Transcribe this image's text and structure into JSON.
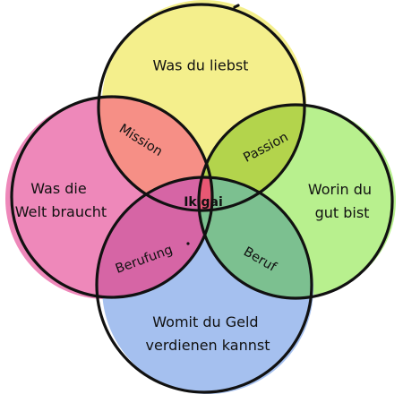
{
  "diagram": {
    "type": "venn",
    "center": "Ikigai",
    "circles": {
      "top": {
        "label": "Was du liebst",
        "color": "#f4ef8c"
      },
      "left": {
        "lines": [
          "Was die",
          "Welt braucht"
        ],
        "color": "#ee88ba"
      },
      "right": {
        "lines": [
          "Worin du",
          "gut bist"
        ],
        "color": "#b8f08e"
      },
      "bottom": {
        "lines": [
          "Womit du Geld",
          "verdienen kannst"
        ],
        "color": "#a5c0ef"
      }
    },
    "overlaps": {
      "top_left": {
        "label": "Mission",
        "color": "#f68f86"
      },
      "top_right": {
        "label": "Passion",
        "color": "#b3d44c"
      },
      "left_bottom": {
        "label": "Berufung",
        "color": "#d665a5"
      },
      "right_bottom": {
        "label": "Beruf",
        "color": "#7cc090"
      },
      "center_color": "#e85874"
    },
    "outline_color": "#111111"
  }
}
